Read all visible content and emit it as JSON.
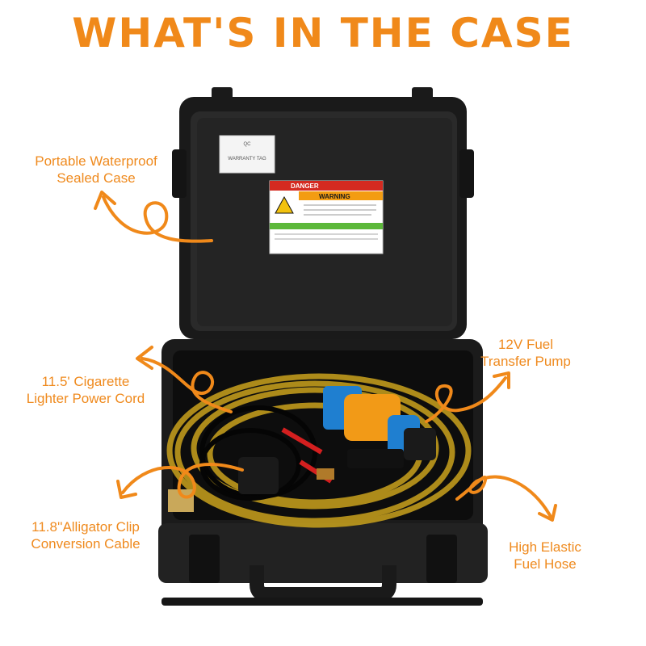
{
  "heading": "WHAT'S IN THE CASE",
  "callouts": {
    "case": {
      "line1": "Portable Waterproof",
      "line2": "Sealed Case"
    },
    "cord": {
      "line1": "11.5' Cigarette",
      "line2": "Lighter Power Cord"
    },
    "pump": {
      "line1": "12V Fuel",
      "line2": "Transfer Pump"
    },
    "clip": {
      "line1": "11.8''Alligator Clip",
      "line2": "Conversion Cable"
    },
    "hose": {
      "line1": "High Elastic",
      "line2": "Fuel Hose"
    }
  },
  "lid_tag": {
    "line1": "QC",
    "line2": "WARRANTY TAG"
  },
  "warning_sticker": {
    "danger": "DANGER",
    "warning": "WARNING"
  },
  "colors": {
    "accent": "#f0891a",
    "case": "#1c1c1c",
    "hose": "#c9a21d",
    "pump_orange": "#f29a17",
    "pump_blue": "#1f7fd0"
  }
}
